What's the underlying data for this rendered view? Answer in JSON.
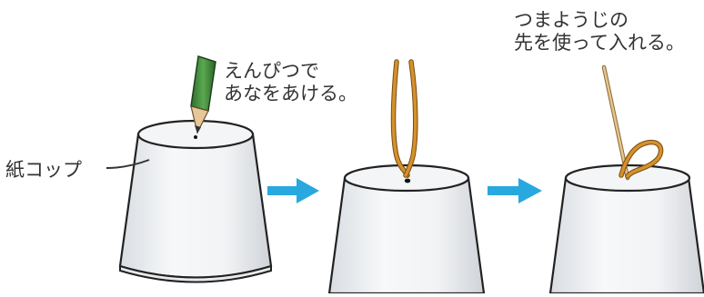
{
  "labels": {
    "paper_cup": "紙コップ",
    "pencil_line1": "えんぴつで",
    "pencil_line2": "あなをあける。",
    "toothpick_line1": "つまようじの",
    "toothpick_line2": "先を使って入れる。"
  },
  "colors": {
    "arrow": "#29a8e0",
    "pencil_body": "#3e8a3a",
    "string": "#d4922a",
    "text": "#333333"
  }
}
